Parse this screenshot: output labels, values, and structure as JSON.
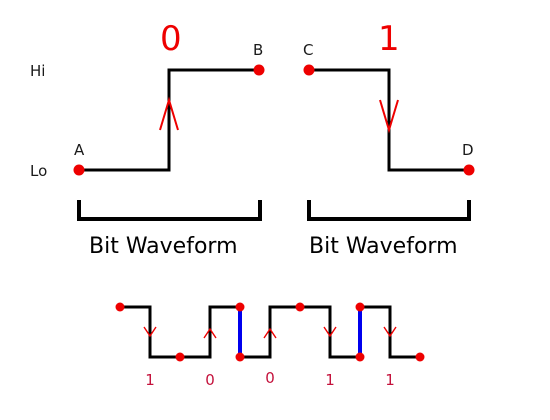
{
  "levels": {
    "hi": "Hi",
    "lo": "Lo"
  },
  "waveform_zero": {
    "bit": "0",
    "start_label": "A",
    "end_label": "B",
    "caption": "Bit Waveform"
  },
  "waveform_one": {
    "bit": "1",
    "start_label": "C",
    "end_label": "D",
    "caption": "Bit Waveform"
  },
  "sequence": {
    "bits": [
      "1",
      "0",
      "0",
      "1",
      "1"
    ]
  },
  "colors": {
    "signal": "#000000",
    "transition_arrow": "#ee0000",
    "endpoint": "#ee0000",
    "bit_boundary_transition": "#0000ee",
    "bit_value_text": "#c4123c"
  }
}
